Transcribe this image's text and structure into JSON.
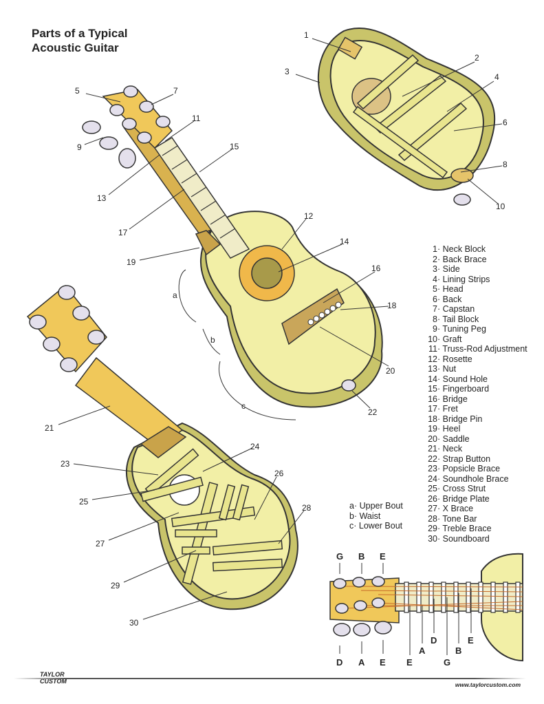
{
  "title": {
    "line1": "Parts of a Typical",
    "line2": "Acoustic Guitar"
  },
  "parts": [
    {
      "num": "1",
      "label": "Neck Block"
    },
    {
      "num": "2",
      "label": "Back Brace"
    },
    {
      "num": "3",
      "label": "Side"
    },
    {
      "num": "4",
      "label": "Lining Strips"
    },
    {
      "num": "5",
      "label": "Head"
    },
    {
      "num": "6",
      "label": "Back"
    },
    {
      "num": "7",
      "label": "Capstan"
    },
    {
      "num": "8",
      "label": "Tail Block"
    },
    {
      "num": "9",
      "label": "Tuning Peg"
    },
    {
      "num": "10",
      "label": "Graft"
    },
    {
      "num": "11",
      "label": "Truss-Rod Adjustment"
    },
    {
      "num": "12",
      "label": "Rosette"
    },
    {
      "num": "13",
      "label": "Nut"
    },
    {
      "num": "14",
      "label": "Sound Hole"
    },
    {
      "num": "15",
      "label": "Fingerboard"
    },
    {
      "num": "16",
      "label": "Bridge"
    },
    {
      "num": "17",
      "label": "Fret"
    },
    {
      "num": "18",
      "label": "Bridge Pin"
    },
    {
      "num": "19",
      "label": "Heel"
    },
    {
      "num": "20",
      "label": "Saddle"
    },
    {
      "num": "21",
      "label": "Neck"
    },
    {
      "num": "22",
      "label": "Strap Button"
    },
    {
      "num": "23",
      "label": "Popsicle Brace"
    },
    {
      "num": "24",
      "label": "Soundhole Brace"
    },
    {
      "num": "25",
      "label": "Cross Strut"
    },
    {
      "num": "26",
      "label": "Bridge Plate"
    },
    {
      "num": "27",
      "label": "X Brace"
    },
    {
      "num": "28",
      "label": "Tone Bar"
    },
    {
      "num": "29",
      "label": "Treble Brace"
    },
    {
      "num": "30",
      "label": "Soundboard"
    }
  ],
  "bouts": [
    {
      "letter": "a",
      "label": "Upper Bout"
    },
    {
      "letter": "b",
      "label": "Waist"
    },
    {
      "letter": "c",
      "label": "Lower Bout"
    }
  ],
  "strings": {
    "head_top": [
      "G",
      "B",
      "E"
    ],
    "head_bottom": [
      "D",
      "A",
      "E"
    ],
    "fretboard": [
      "E",
      "A",
      "D",
      "G",
      "B",
      "E"
    ]
  },
  "footer": {
    "logo_line1": "TAYLOR",
    "logo_line2": "CUSTOM",
    "url": "www.taylorcustom.com"
  },
  "colors": {
    "body": "#f2efa6",
    "side": "#c9c46a",
    "wood": "#e6c46a",
    "rosette": "#f0b84a",
    "peg": "#e4e0ec"
  }
}
